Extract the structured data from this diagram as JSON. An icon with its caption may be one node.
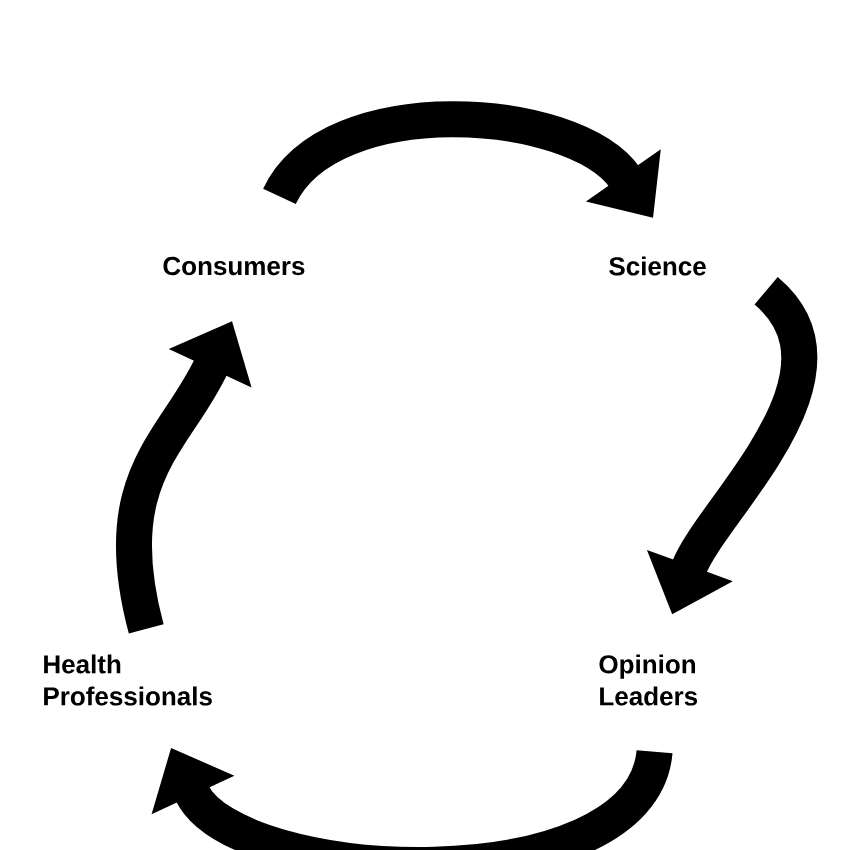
{
  "diagram": {
    "nodes": [
      {
        "text": [
          "Consumers"
        ]
      },
      {
        "text": [
          "Science"
        ]
      },
      {
        "text": [
          "Opinion Leaders"
        ]
      },
      {
        "text": [
          "Health Professionals"
        ]
      }
    ],
    "edges": [
      {
        "from": 0,
        "to": 1,
        "arrow": "to"
      },
      {
        "from": 1,
        "to": 2,
        "arrow": "to"
      },
      {
        "from": 2,
        "to": 3,
        "arrow": "to"
      },
      {
        "from": 3,
        "to": 0,
        "arrow": "to"
      }
    ]
  }
}
